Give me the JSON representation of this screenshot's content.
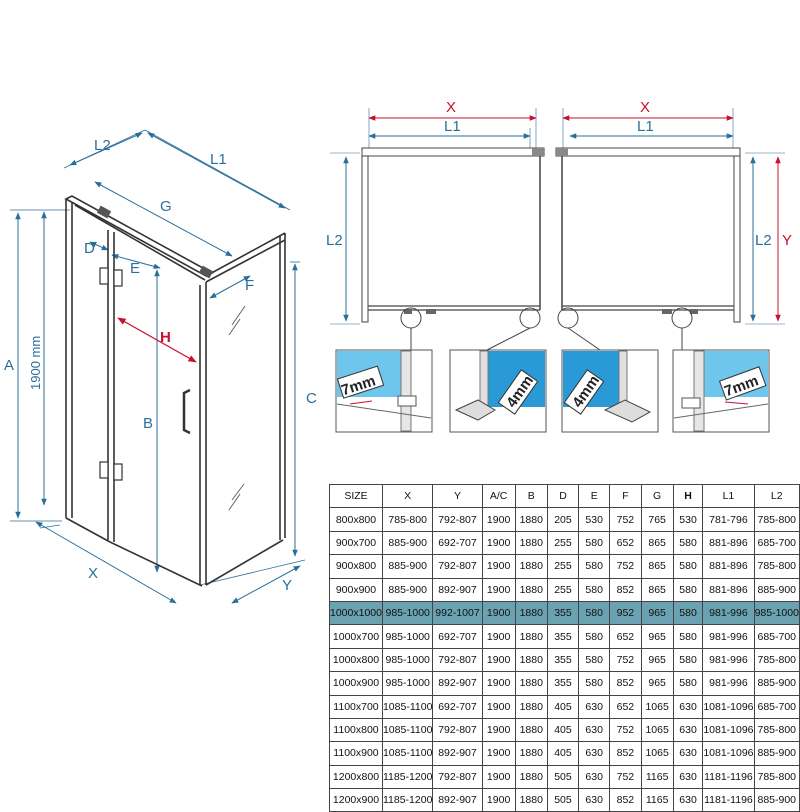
{
  "labels": {
    "L2": "L2",
    "L1": "L1",
    "G": "G",
    "D": "D",
    "E": "E",
    "F": "F",
    "A": "A",
    "height": "1900 mm",
    "H": "H",
    "B": "B",
    "C": "C",
    "X": "X",
    "Y": "Y"
  },
  "details": [
    "7mm",
    "4mm",
    "4mm",
    "7mm"
  ],
  "colors": {
    "dimension": "#2a6f9a",
    "highlight_dimension": "#c8102e",
    "highlight_row": "#6aa2b1"
  },
  "table": {
    "headers": [
      "SIZE",
      "X",
      "Y",
      "A/C",
      "B",
      "D",
      "E",
      "F",
      "G",
      "H",
      "L1",
      "L2"
    ],
    "highlight_row": 4,
    "rows": [
      [
        "800x800",
        "785-800",
        "792-807",
        "1900",
        "1880",
        "205",
        "530",
        "752",
        "765",
        "530",
        "781-796",
        "785-800"
      ],
      [
        "900x700",
        "885-900",
        "692-707",
        "1900",
        "1880",
        "255",
        "580",
        "652",
        "865",
        "580",
        "881-896",
        "685-700"
      ],
      [
        "900x800",
        "885-900",
        "792-807",
        "1900",
        "1880",
        "255",
        "580",
        "752",
        "865",
        "580",
        "881-896",
        "785-800"
      ],
      [
        "900x900",
        "885-900",
        "892-907",
        "1900",
        "1880",
        "255",
        "580",
        "852",
        "865",
        "580",
        "881-896",
        "885-900"
      ],
      [
        "1000x1000",
        "985-1000",
        "992-1007",
        "1900",
        "1880",
        "355",
        "580",
        "952",
        "965",
        "580",
        "981-996",
        "985-1000"
      ],
      [
        "1000x700",
        "985-1000",
        "692-707",
        "1900",
        "1880",
        "355",
        "580",
        "652",
        "965",
        "580",
        "981-996",
        "685-700"
      ],
      [
        "1000x800",
        "985-1000",
        "792-807",
        "1900",
        "1880",
        "355",
        "580",
        "752",
        "965",
        "580",
        "981-996",
        "785-800"
      ],
      [
        "1000x900",
        "985-1000",
        "892-907",
        "1900",
        "1880",
        "355",
        "580",
        "852",
        "965",
        "580",
        "981-996",
        "885-900"
      ],
      [
        "1100x700",
        "1085-1100",
        "692-707",
        "1900",
        "1880",
        "405",
        "630",
        "652",
        "1065",
        "630",
        "1081-1096",
        "685-700"
      ],
      [
        "1100x800",
        "1085-1100",
        "792-807",
        "1900",
        "1880",
        "405",
        "630",
        "752",
        "1065",
        "630",
        "1081-1096",
        "785-800"
      ],
      [
        "1100x900",
        "1085-1100",
        "892-907",
        "1900",
        "1880",
        "405",
        "630",
        "852",
        "1065",
        "630",
        "1081-1096",
        "885-900"
      ],
      [
        "1200x800",
        "1185-1200",
        "792-807",
        "1900",
        "1880",
        "505",
        "630",
        "752",
        "1165",
        "630",
        "1181-1196",
        "785-800"
      ],
      [
        "1200x900",
        "1185-1200",
        "892-907",
        "1900",
        "1880",
        "505",
        "630",
        "852",
        "1165",
        "630",
        "1181-1196",
        "885-900"
      ]
    ]
  }
}
